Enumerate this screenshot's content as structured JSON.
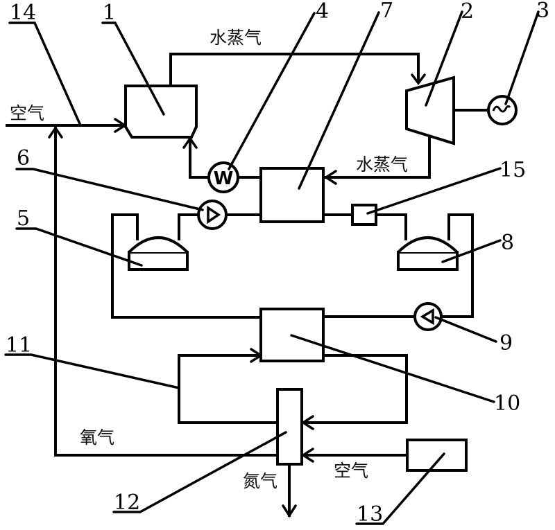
{
  "diagram": {
    "type": "process-flow schematic",
    "components": [
      {
        "id": "1",
        "role": "boiler / combustion chamber"
      },
      {
        "id": "2",
        "role": "steam turbine"
      },
      {
        "id": "3",
        "role": "generator"
      },
      {
        "id": "4",
        "role": "heater / heat exchanger (W)"
      },
      {
        "id": "5",
        "role": "tank (left)"
      },
      {
        "id": "6",
        "role": "pump (upper)"
      },
      {
        "id": "7",
        "role": "heat exchanger (upper)"
      },
      {
        "id": "8",
        "role": "tank (right)"
      },
      {
        "id": "9",
        "role": "pump (lower)"
      },
      {
        "id": "10",
        "role": "heat exchanger (lower)"
      },
      {
        "id": "11",
        "role": "loop pipe"
      },
      {
        "id": "12",
        "role": "air separation column"
      },
      {
        "id": "13",
        "role": "air supply unit"
      },
      {
        "id": "14",
        "role": "air inlet line"
      },
      {
        "id": "15",
        "role": "valve / small unit"
      }
    ],
    "labels": {
      "n1": "1",
      "n2": "2",
      "n3": "3",
      "n4": "4",
      "n5": "5",
      "n6": "6",
      "n7": "7",
      "n8": "8",
      "n9": "9",
      "n10": "10",
      "n11": "11",
      "n12": "12",
      "n13": "13",
      "n14": "14",
      "n15": "15"
    },
    "stream_labels": {
      "steam_top": "水蒸气",
      "steam_return": "水蒸气",
      "air_inlet": "空气",
      "oxygen": "氧气",
      "nitrogen": "氮气",
      "air_to_column": "空气"
    }
  }
}
